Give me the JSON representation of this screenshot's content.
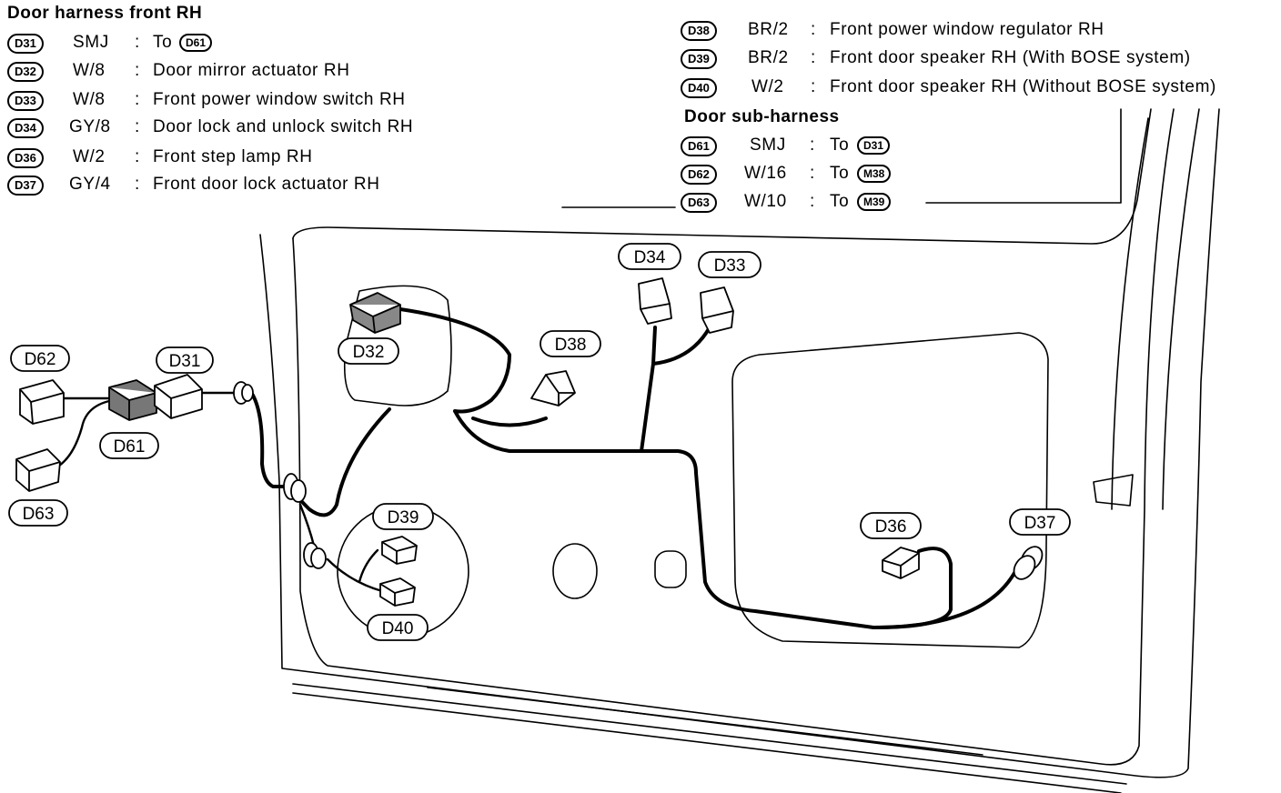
{
  "front_harness": {
    "title": "Door harness front RH",
    "rows": [
      {
        "code": "D31",
        "spec": "SMJ",
        "desc": "To",
        "to_code": "D61"
      },
      {
        "code": "D32",
        "spec": "W/8",
        "desc": "Door mirror actuator RH"
      },
      {
        "code": "D33",
        "spec": "W/8",
        "desc": "Front power window switch RH"
      },
      {
        "code": "D34",
        "spec": "GY/8",
        "desc": "Door lock and unlock switch RH"
      },
      {
        "code": "D36",
        "spec": "W/2",
        "desc": "Front step lamp RH"
      },
      {
        "code": "D37",
        "spec": "GY/4",
        "desc": "Front door lock actuator RH"
      }
    ]
  },
  "right_list": {
    "rows": [
      {
        "code": "D38",
        "spec": "BR/2",
        "desc": "Front power window regulator RH"
      },
      {
        "code": "D39",
        "spec": "BR/2",
        "desc": "Front door speaker RH (With BOSE system)"
      },
      {
        "code": "D40",
        "spec": "W/2",
        "desc": "Front door speaker RH (Without BOSE system)"
      }
    ]
  },
  "sub_harness": {
    "title": "Door sub-harness",
    "rows": [
      {
        "code": "D61",
        "spec": "SMJ",
        "desc": "To",
        "to_code": "D31"
      },
      {
        "code": "D62",
        "spec": "W/16",
        "desc": "To",
        "to_code": "M38"
      },
      {
        "code": "D63",
        "spec": "W/10",
        "desc": "To",
        "to_code": "M39"
      }
    ]
  },
  "colon": ":",
  "callouts": {
    "d62": "D62",
    "d31": "D31",
    "d61": "D61",
    "d63": "D63",
    "d32": "D32",
    "d38": "D38",
    "d34": "D34",
    "d33": "D33",
    "d39": "D39",
    "d40": "D40",
    "d36": "D36",
    "d37": "D37"
  }
}
